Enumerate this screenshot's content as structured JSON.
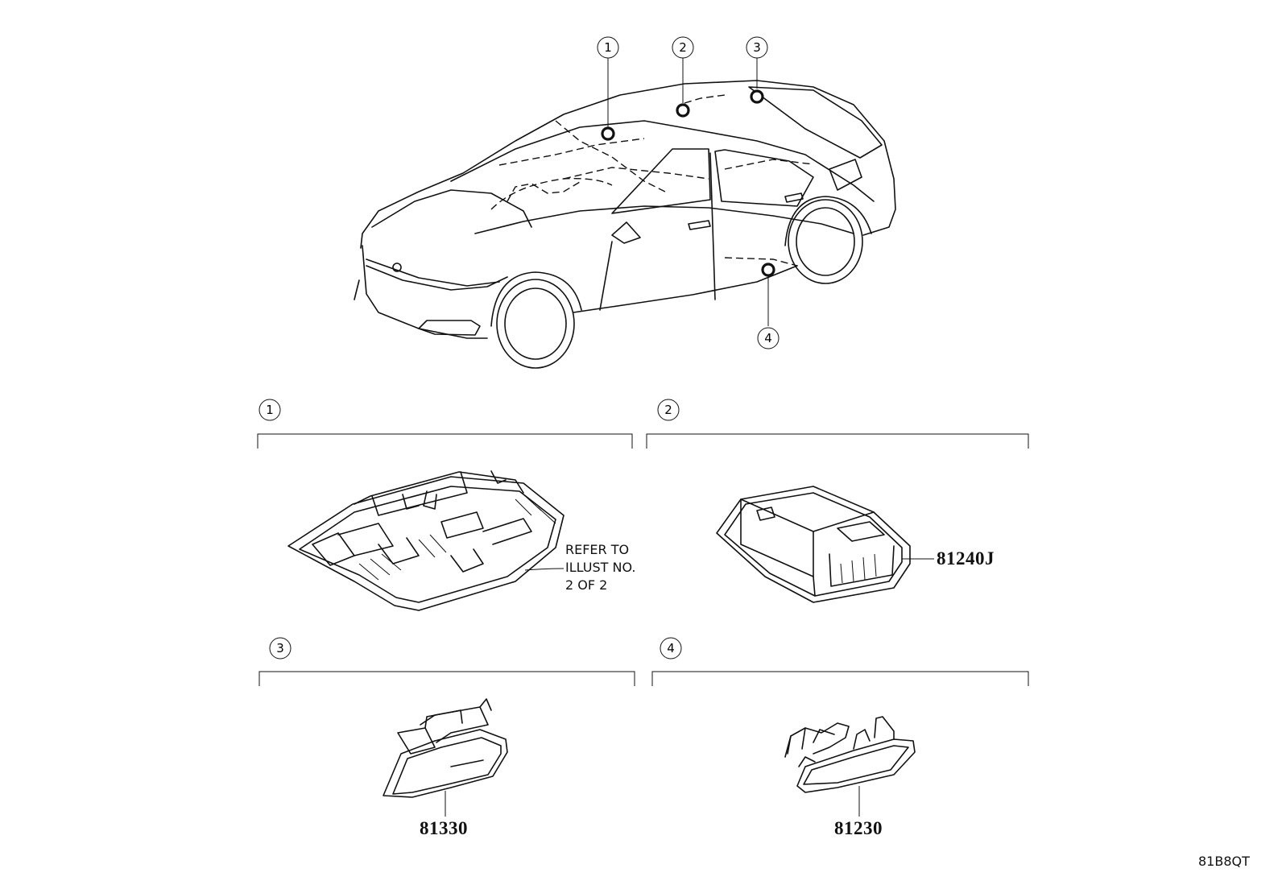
{
  "callouts": {
    "c1": "1",
    "c2": "2",
    "c3": "3",
    "c4": "4"
  },
  "sections": [
    {
      "num": "1",
      "note_lines": [
        "REFER TO",
        "ILLUST NO.",
        "2 OF 2"
      ]
    },
    {
      "num": "2",
      "part": "81240J"
    },
    {
      "num": "3",
      "part": "81330"
    },
    {
      "num": "4",
      "part": "81230"
    }
  ],
  "illustration_code": "81B8QT"
}
